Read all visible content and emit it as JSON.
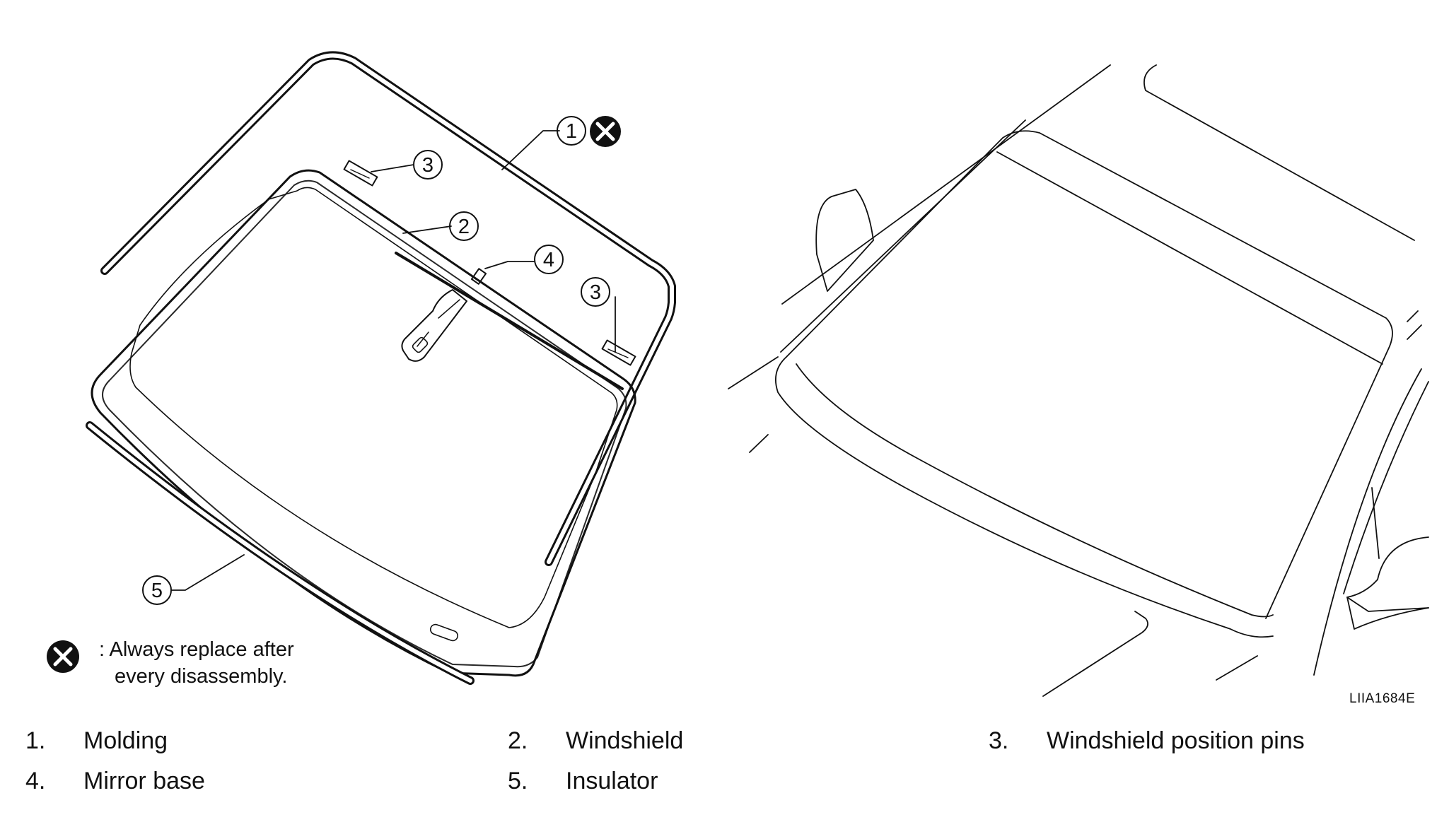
{
  "callouts": [
    {
      "number": "1"
    },
    {
      "number": "2"
    },
    {
      "number": "3"
    },
    {
      "number": "3"
    },
    {
      "number": "4"
    },
    {
      "number": "5"
    }
  ],
  "note": {
    "line1": ": Always replace after",
    "line2": "every disassembly.",
    "icon": "x-circle-icon"
  },
  "reference_code": "LIIA1684E",
  "legend": [
    {
      "number": "1.",
      "label": "Molding"
    },
    {
      "number": "2.",
      "label": "Windshield"
    },
    {
      "number": "3.",
      "label": "Windshield position pins"
    },
    {
      "number": "4.",
      "label": "Mirror base"
    },
    {
      "number": "5.",
      "label": "Insulator"
    }
  ]
}
